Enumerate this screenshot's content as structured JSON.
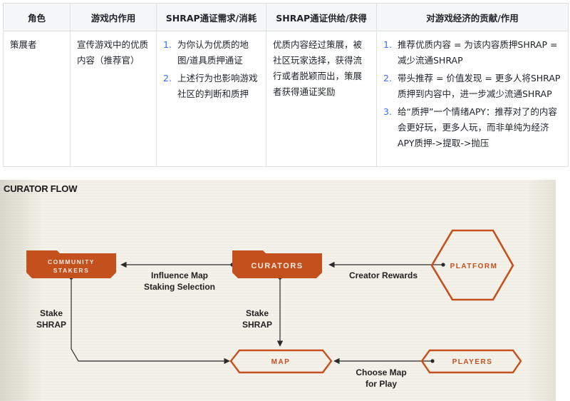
{
  "table": {
    "headers": [
      "角色",
      "游戏内作用",
      "SHRAP通证需求/消耗",
      "SHRAP通证供给/获得",
      "对游戏经济的贡献/作用"
    ],
    "rows": [
      {
        "role": "策展者",
        "in_game_role": "宣传游戏中的优质内容（推荐官）",
        "demand": [
          {
            "num": "1.",
            "text": "为你认为优质的地图/道具质押通证"
          },
          {
            "num": "2.",
            "text": "上述行为也影响游戏社区的判断和质押"
          }
        ],
        "supply": "优质内容经过策展，被社区玩家选择，获得流行或者脱颖而出，策展者获得通证奖励",
        "contribution": [
          {
            "num": "1.",
            "text": "推荐优质内容 = 为该内容质押SHRAP = 减少流通SHRAP"
          },
          {
            "num": "2.",
            "text": "带头推荐 = 价值发现 = 更多人将SHRAP质押到内容中，进一步减少流通SHRAP"
          },
          {
            "num": "3.",
            "text": "给“质押”一个情绪APY：推荐对了的内容会更好玩，更多人玩，而非单纯为经济APY质押->提取->抛压"
          }
        ]
      }
    ]
  },
  "diagram": {
    "title": "CURATOR FLOW",
    "colors": {
      "accent": "#c4501d",
      "line": "#2a2a2a",
      "node_text_light": "#f6e9df"
    },
    "nodes": {
      "community_stakers": [
        "COMMUNITY",
        "STAKERS"
      ],
      "curators": "CURATORS",
      "platform": "PLATFORM",
      "map": "MAP",
      "players": "PLAYERS"
    },
    "edges": {
      "influence": [
        "Influence Map",
        "Staking Selection"
      ],
      "creator_rewards": "Creator Rewards",
      "stake_left": [
        "Stake",
        "SHRAP"
      ],
      "stake_center": [
        "Stake",
        "SHRAP"
      ],
      "choose_map": [
        "Choose Map",
        "for Play"
      ]
    }
  }
}
